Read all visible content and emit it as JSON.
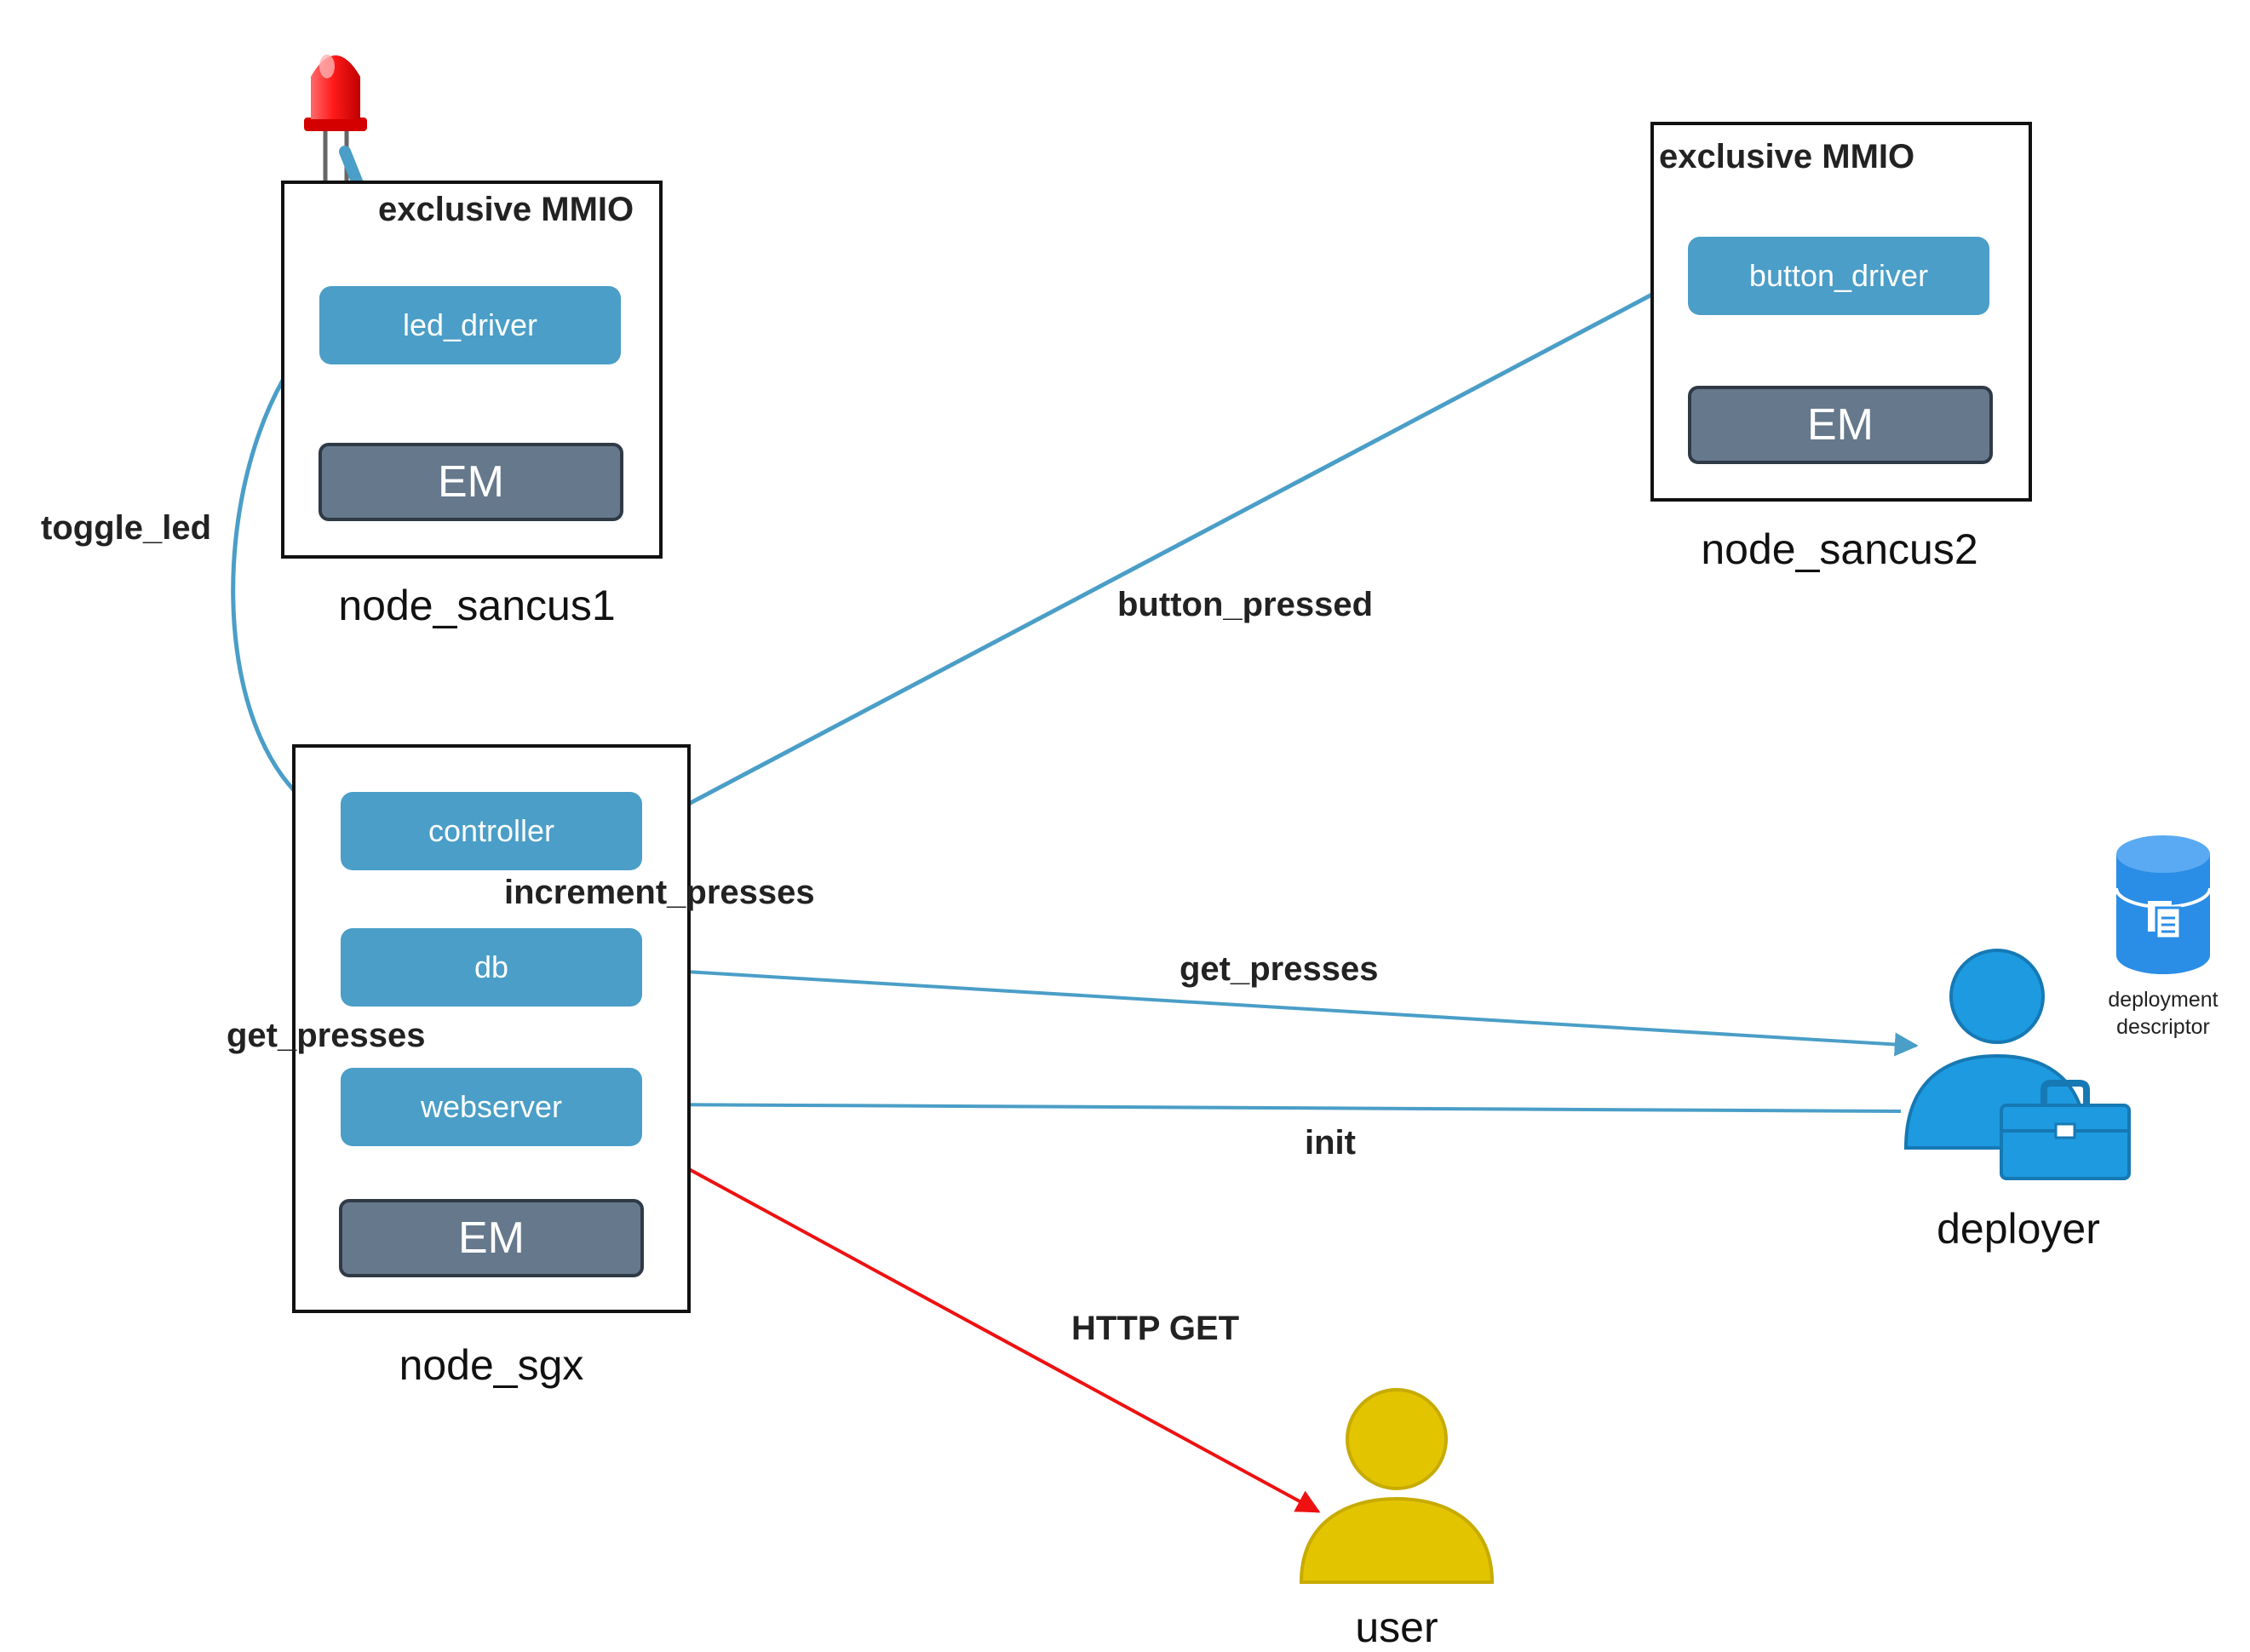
{
  "colors": {
    "component": "#4a9ec7",
    "em": "#66788c",
    "edge": "#4a9ec7",
    "http_edge": "#ee1111",
    "deployer": "#1e9ae0",
    "user": "#e3c400",
    "database": "#2a8de6"
  },
  "nodes": {
    "sancus1": {
      "label": "node_sancus1",
      "mmio": "exclusive MMIO",
      "component": "led_driver",
      "em": "EM"
    },
    "sancus2": {
      "label": "node_sancus2",
      "mmio": "exclusive MMIO",
      "component": "button_driver",
      "em": "EM"
    },
    "sgx": {
      "label": "node_sgx",
      "components": {
        "controller": "controller",
        "db": "db",
        "webserver": "webserver"
      },
      "em": "EM"
    }
  },
  "edges": {
    "toggle_led": "toggle_led",
    "button_pressed": "button_pressed",
    "increment_presses": "increment_presses",
    "get_presses_internal": "get_presses",
    "get_presses_external": "get_presses",
    "init": "init",
    "http_get": "HTTP GET"
  },
  "actors": {
    "deployer": "deployer",
    "user": "user",
    "descriptor_line1": "deployment",
    "descriptor_line2": "descriptor"
  },
  "icons": {
    "led": "red-led-icon",
    "button": "push-button-icon",
    "deployer": "person-with-toolbox-icon",
    "user": "person-icon",
    "descriptor": "database-document-icon"
  }
}
